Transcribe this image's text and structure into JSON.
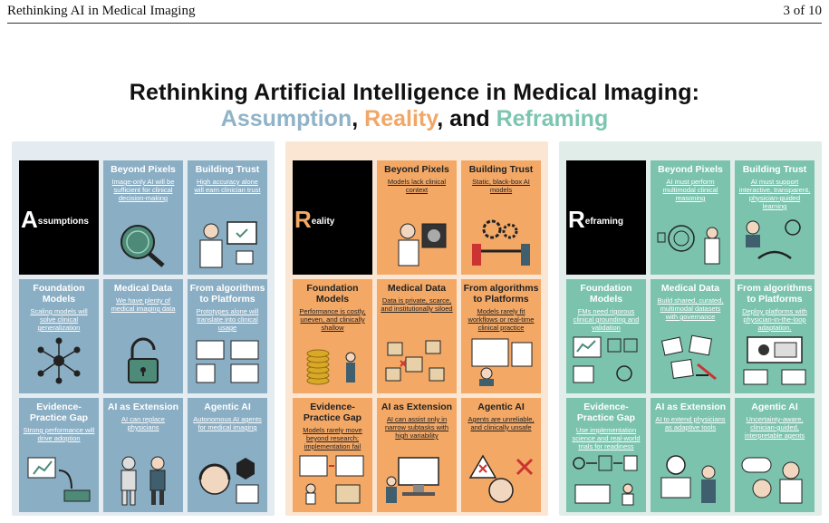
{
  "header": {
    "running_title": "Rethinking AI in Medical Imaging",
    "page": "3 of 10"
  },
  "figure": {
    "title_line1": "Rethinking Artificial Intelligence in Medical Imaging:",
    "title_word_assumption": "Assumption",
    "title_sep1": ", ",
    "title_word_reality": "Reality",
    "title_sep2": ", and ",
    "title_word_reframing": "Reframing",
    "panels": {
      "assumptions": {
        "label_initial": "A",
        "label_rest": "ssumptions",
        "cells": [
          {
            "title": "Beyond Pixels",
            "text": "Image-only AI will be sufficient for clinical decision-making"
          },
          {
            "title": "Building Trust",
            "text": "High accuracy alone will earn clinician trust"
          },
          {
            "title": "Foundation Models",
            "text": "Scaling models will solve clinical generalization"
          },
          {
            "title": "Medical Data",
            "text": "We have plenty of medical imaging data"
          },
          {
            "title": "From algorithms to Platforms",
            "text": "Prototypes alone will translate into clinical usage"
          },
          {
            "title": "Evidence-Practice Gap",
            "text": "Strong performance will drive adoption"
          },
          {
            "title": "AI as Extension",
            "text": "AI can replace physicians"
          },
          {
            "title": "Agentic AI",
            "text": "Autonomous AI agents for medical imaging"
          }
        ]
      },
      "reality": {
        "label_initial": "R",
        "label_rest": "eality",
        "cells": [
          {
            "title": "Beyond Pixels",
            "text": "Models lack clinical context"
          },
          {
            "title": "Building Trust",
            "text": "Static, black-box AI models"
          },
          {
            "title": "Foundation Models",
            "text": "Performance is costly, uneven, and clinically shallow"
          },
          {
            "title": "Medical Data",
            "text": "Data is private, scarce, and institutionally siloed"
          },
          {
            "title": "From algorithms to Platforms",
            "text": "Models rarely fit workflows or real-time clinical practice"
          },
          {
            "title": "Evidence-Practice Gap",
            "text": "Models rarely move beyond research; implementation fail"
          },
          {
            "title": "AI as Extension",
            "text": "AI can assist only in narrow subtasks with high variability"
          },
          {
            "title": "Agentic AI",
            "text": "Agents are unreliable, and clinically unsafe"
          }
        ]
      },
      "reframing": {
        "label_initial": "R",
        "label_rest": "eframing",
        "cells": [
          {
            "title": "Beyond Pixels",
            "text": "AI must perform multimodal clinical reasoning"
          },
          {
            "title": "Building Trust",
            "text": "AI must support interactive, transparent, physician-guided learning"
          },
          {
            "title": "Foundation Models",
            "text": "FMs need rigorous clinical grounding and validation"
          },
          {
            "title": "Medical Data",
            "text": "Build shared, curated, multimodal datasets with governance"
          },
          {
            "title": "From algorithms to Platforms",
            "text": "Deploy platforms with physician-in-the-loop adaptation."
          },
          {
            "title": "Evidence-Practice Gap",
            "text": "Use implementation science and real-world trials for readiness"
          },
          {
            "title": "AI as Extension",
            "text": "AI to extend physicians as adaptive tools"
          },
          {
            "title": "Agentic AI",
            "text": "Uncertainty-aware, clinician-guided, interpretable agents"
          }
        ]
      }
    },
    "colors": {
      "assumption": "#8fb3c8",
      "reality": "#f2a766",
      "reframing": "#7cc6b0"
    }
  }
}
